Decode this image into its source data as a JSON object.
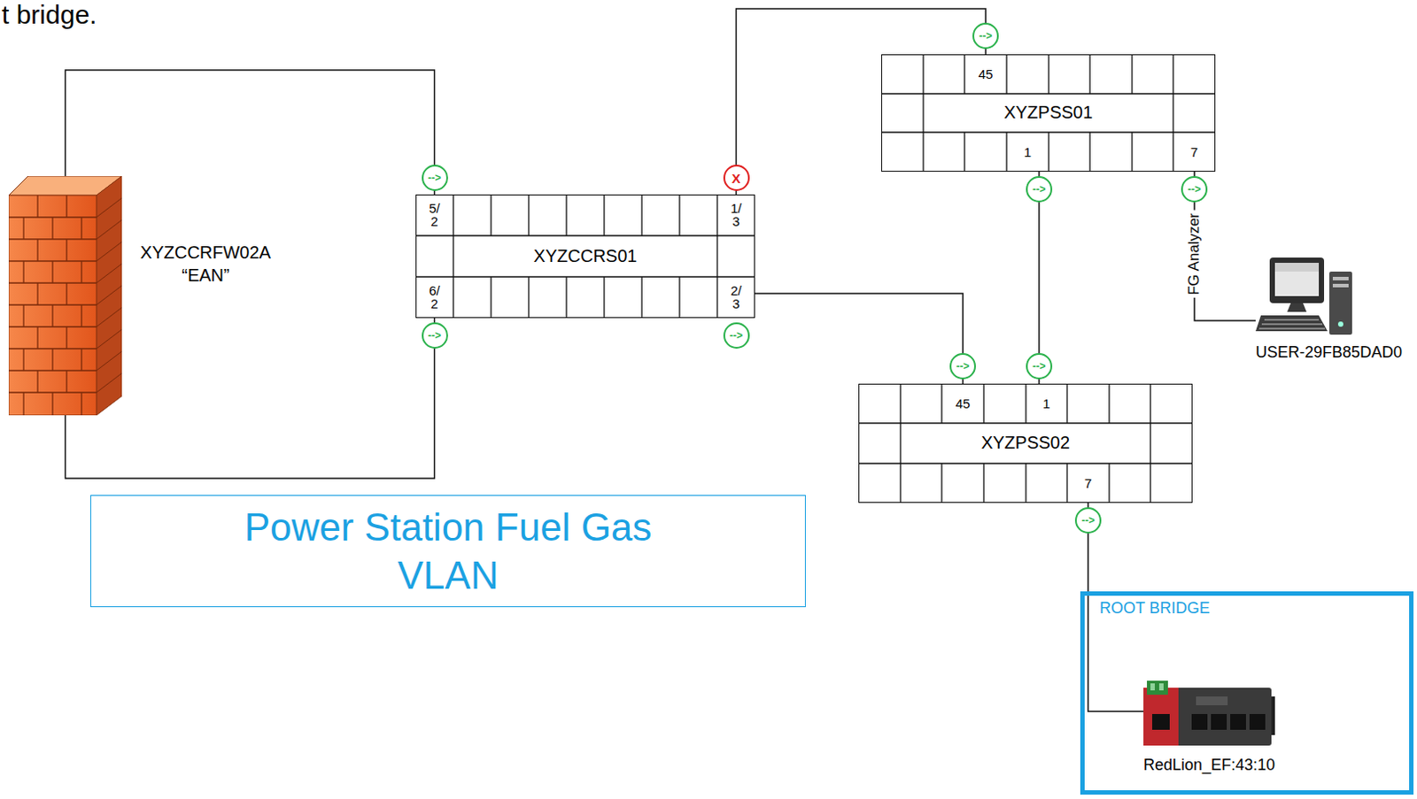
{
  "diagram": {
    "nodes": [
      {
        "text": [
          "XYZCCRFW02A “EAN”"
        ]
      },
      {
        "text": [
          "XYZCCRS01"
        ]
      },
      {
        "text": [
          "XYZPSS01"
        ]
      },
      {
        "text": [
          "USER-29FB85DAD0"
        ]
      },
      {
        "text": [
          "XYZPSS02"
        ]
      },
      {
        "text": [
          "Power Station Fuel Gas VLAN"
        ]
      },
      {
        "text": [
          "ROOT BRIDGE"
        ]
      },
      {
        "text": [
          "RedLion_EF:43:10"
        ],
        "in": 6
      }
    ],
    "edges": [
      {
        "from": 0,
        "to": 1,
        "arrow": "none"
      },
      {
        "from": 0,
        "to": 1,
        "arrow": "none"
      },
      {
        "from": 1,
        "to": 2,
        "arrow": "none"
      },
      {
        "from": 1,
        "to": 4,
        "arrow": "none"
      },
      {
        "from": 2,
        "to": 4,
        "arrow": "none"
      },
      {
        "from": 2,
        "to": 3,
        "label": "FG Analyzer",
        "arrow": "none"
      },
      {
        "from": 4,
        "to": 7,
        "arrow": "none"
      }
    ],
    "labels": [
      "t bridge.",
      "5/ 2",
      "1/ 3",
      "6/ 2",
      "2/ 3",
      "45",
      "1",
      "7",
      "45",
      "1",
      "7",
      "-->",
      "X",
      "-->",
      "-->",
      "-->",
      "-->",
      "-->",
      "-->",
      "-->",
      "-->"
    ]
  }
}
